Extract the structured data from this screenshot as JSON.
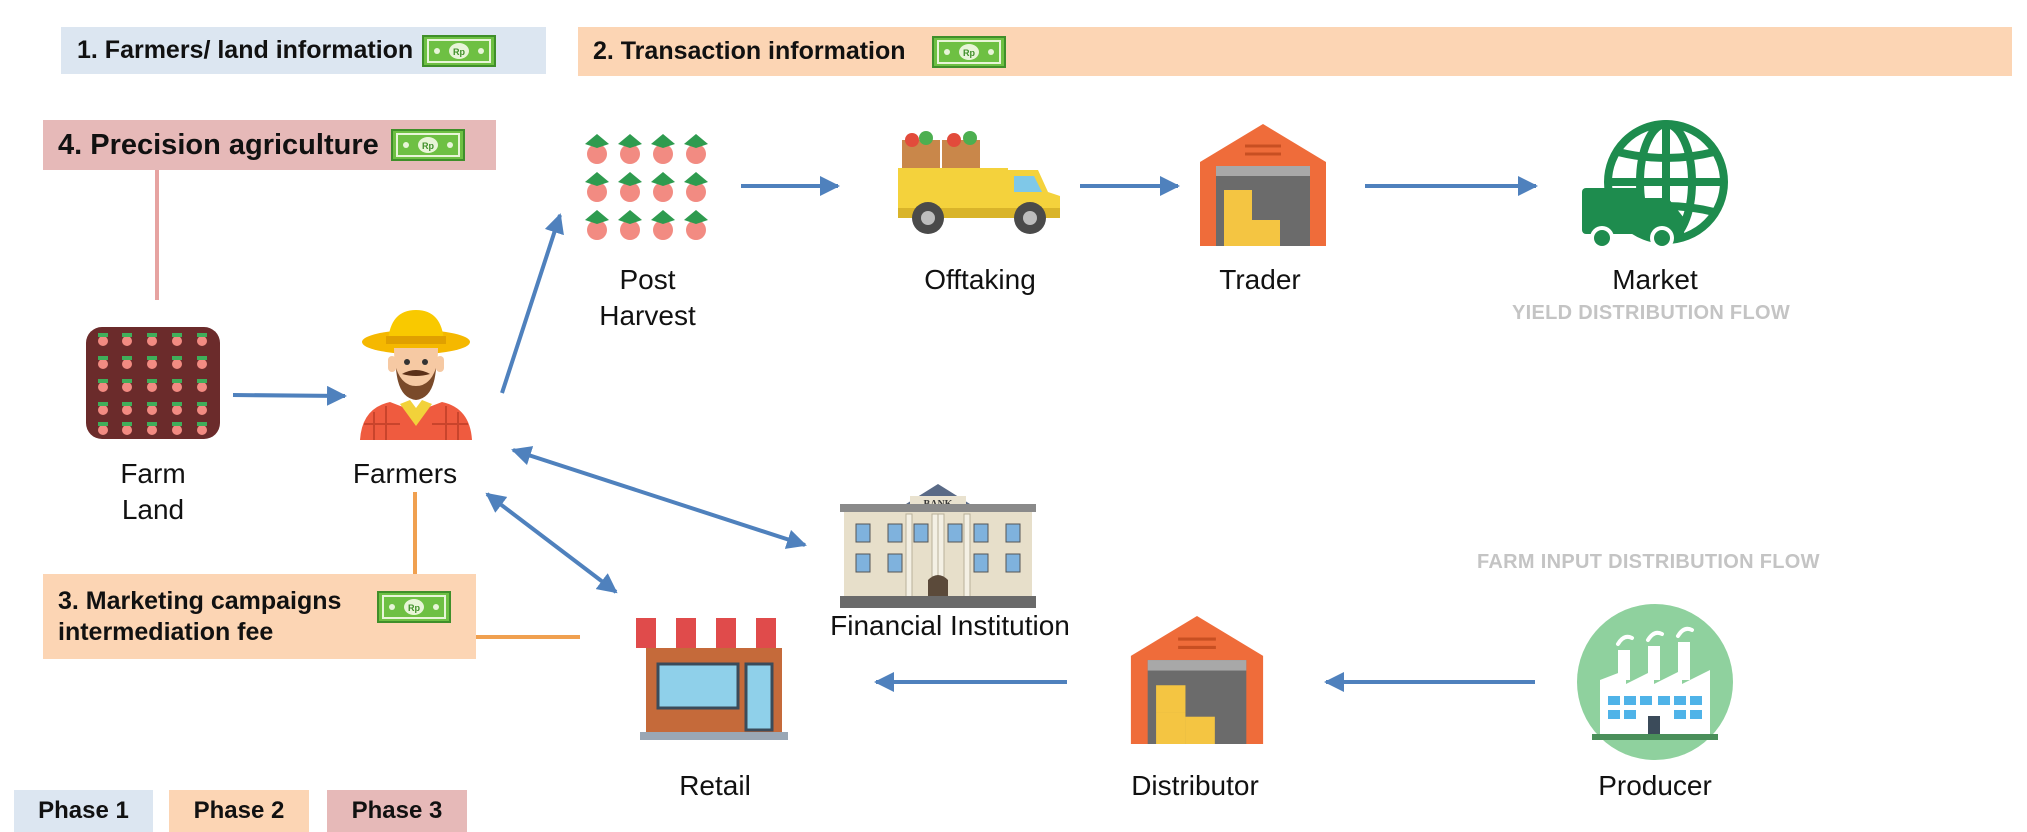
{
  "banners": {
    "farmers_land": "1. Farmers/ land information",
    "transaction": "2. Transaction information",
    "marketing_line1": "3. Marketing campaigns",
    "marketing_line2": "intermediation fee",
    "precision": "4. Precision agriculture"
  },
  "nodes": {
    "farm_land_line1": "Farm",
    "farm_land_line2": "Land",
    "farmers": "Farmers",
    "post_harvest_line1": "Post",
    "post_harvest_line2": "Harvest",
    "offtaking": "Offtaking",
    "trader": "Trader",
    "market": "Market",
    "financial_institution": "Financial Institution",
    "retail": "Retail",
    "distributor": "Distributor",
    "producer": "Producer"
  },
  "flows": {
    "yield": "YIELD DISTRIBUTION FLOW",
    "farm_input": "FARM INPUT DISTRIBUTION FLOW"
  },
  "money_icon_text": "Rp",
  "bank_sign": "BANK",
  "legend": {
    "phase1": "Phase 1",
    "phase2": "Phase 2",
    "phase3": "Phase 3"
  },
  "colors": {
    "phase1": "#dce6f1",
    "phase2": "#fcd5b4",
    "phase3": "#e6b9b8",
    "arrow": "#4f81bd",
    "market_green": "#1e8c4e",
    "money_green": "#6ec043"
  }
}
